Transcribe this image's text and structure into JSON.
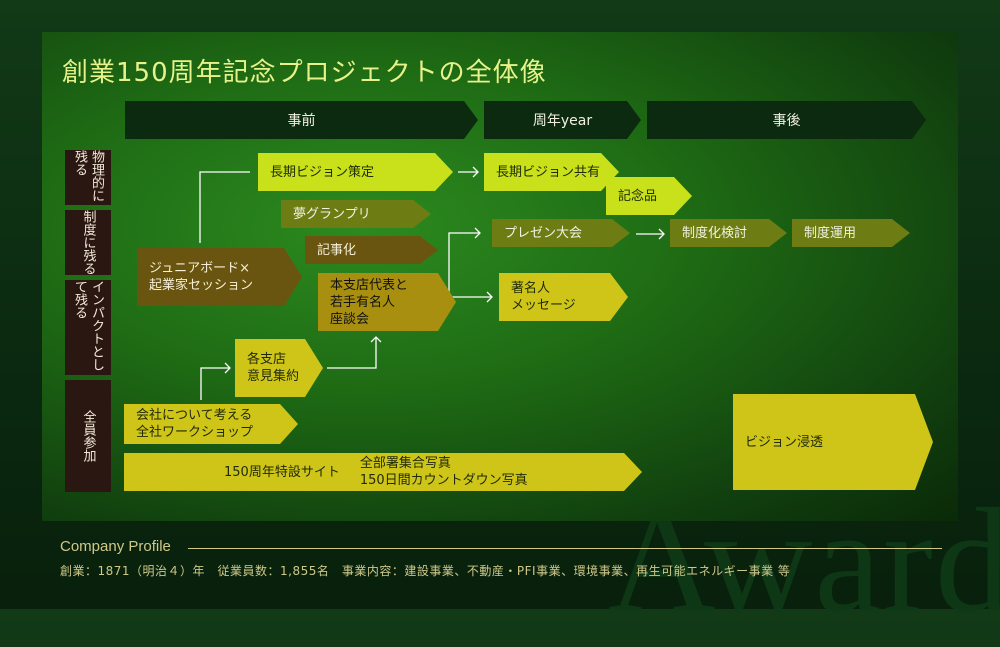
{
  "watermark": "Award",
  "title": "創業150周年記念プロジェクトの全体像",
  "phases": [
    "事前",
    "周年year",
    "事後"
  ],
  "rows": [
    "物理的に残る",
    "制度に残る",
    "インパクトとして残る",
    "全員参加"
  ],
  "items": {
    "long_vision_plan": "長期ビジョン策定",
    "long_vision_share": "長期ビジョン共有",
    "memorial": "記念品",
    "dream_grandprix": "夢グランプリ",
    "article": "記事化",
    "presentation": "プレゼン大会",
    "institution_review": "制度化検討",
    "institution_run": "制度運用",
    "junior_board_l1": "ジュニアボード×",
    "junior_board_l2": "起業家セッション",
    "branch_talk_l1": "本支店代表と",
    "branch_talk_l2": "若手有名人",
    "branch_talk_l3": "座談会",
    "celebrity_l1": "著名人",
    "celebrity_l2": "メッセージ",
    "branch_opinion_l1": "各支店",
    "branch_opinion_l2": "意見集約",
    "workshop_l1": "会社について考える",
    "workshop_l2": "全社ワークショップ",
    "vision_penetration": "ビジョン浸透",
    "site": "150周年特設サイト",
    "site_note_l1": "全部署集合写真",
    "site_note_l2": "150日間カウントダウン写真"
  },
  "footer": {
    "title": "Company Profile",
    "info": "創業：1871（明治４）年　従業員数：1,855名　事業内容：建設事業、不動産・PFI事業、環境事業、再生可能エネルギー事業 等"
  }
}
